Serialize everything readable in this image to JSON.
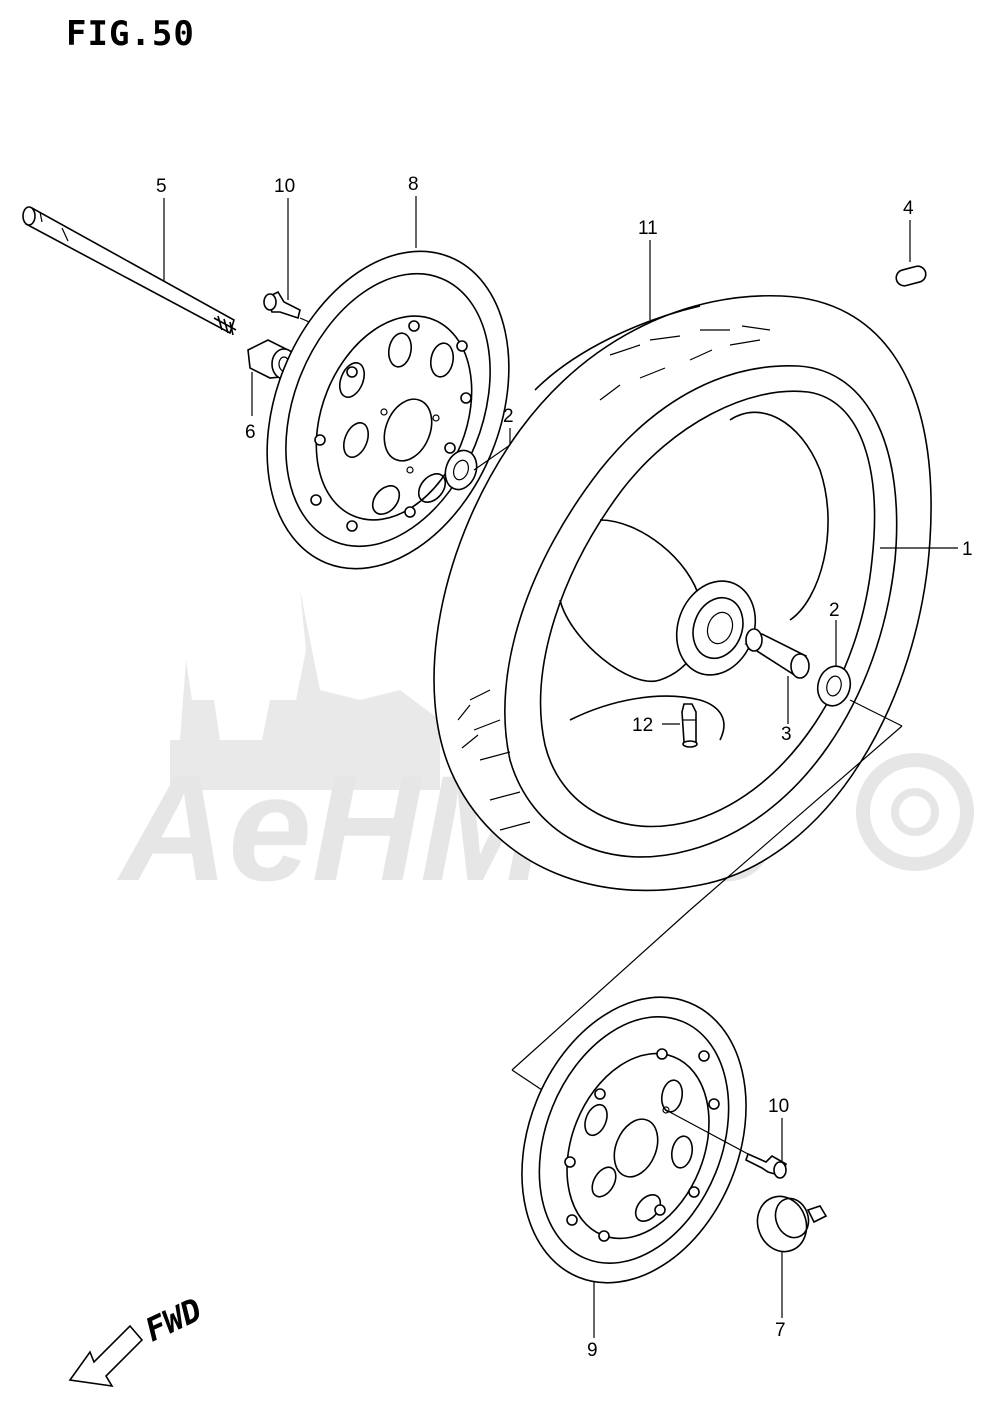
{
  "figure": {
    "title": "FIG.50"
  },
  "watermark": {
    "text": "AeHMoto",
    "color": "#e9e9e9"
  },
  "direction": {
    "label": "FWD"
  },
  "callouts": [
    {
      "id": "c5",
      "label": "5",
      "part": "front axle"
    },
    {
      "id": "c10a",
      "label": "10",
      "part": "disc bolt"
    },
    {
      "id": "c8",
      "label": "8",
      "part": "brake disc"
    },
    {
      "id": "c4",
      "label": "4",
      "part": "balancer weight"
    },
    {
      "id": "c11",
      "label": "11",
      "part": "tire"
    },
    {
      "id": "c6",
      "label": "6",
      "part": "axle spacer"
    },
    {
      "id": "c2a",
      "label": "2",
      "part": "bearing"
    },
    {
      "id": "c1",
      "label": "1",
      "part": "wheel"
    },
    {
      "id": "c2b",
      "label": "2",
      "part": "bearing"
    },
    {
      "id": "c12",
      "label": "12",
      "part": "valve"
    },
    {
      "id": "c3",
      "label": "3",
      "part": "spacer"
    },
    {
      "id": "c10b",
      "label": "10",
      "part": "disc bolt"
    },
    {
      "id": "c9",
      "label": "9",
      "part": "brake disc"
    },
    {
      "id": "c7",
      "label": "7",
      "part": "speedometer gearbox"
    }
  ]
}
